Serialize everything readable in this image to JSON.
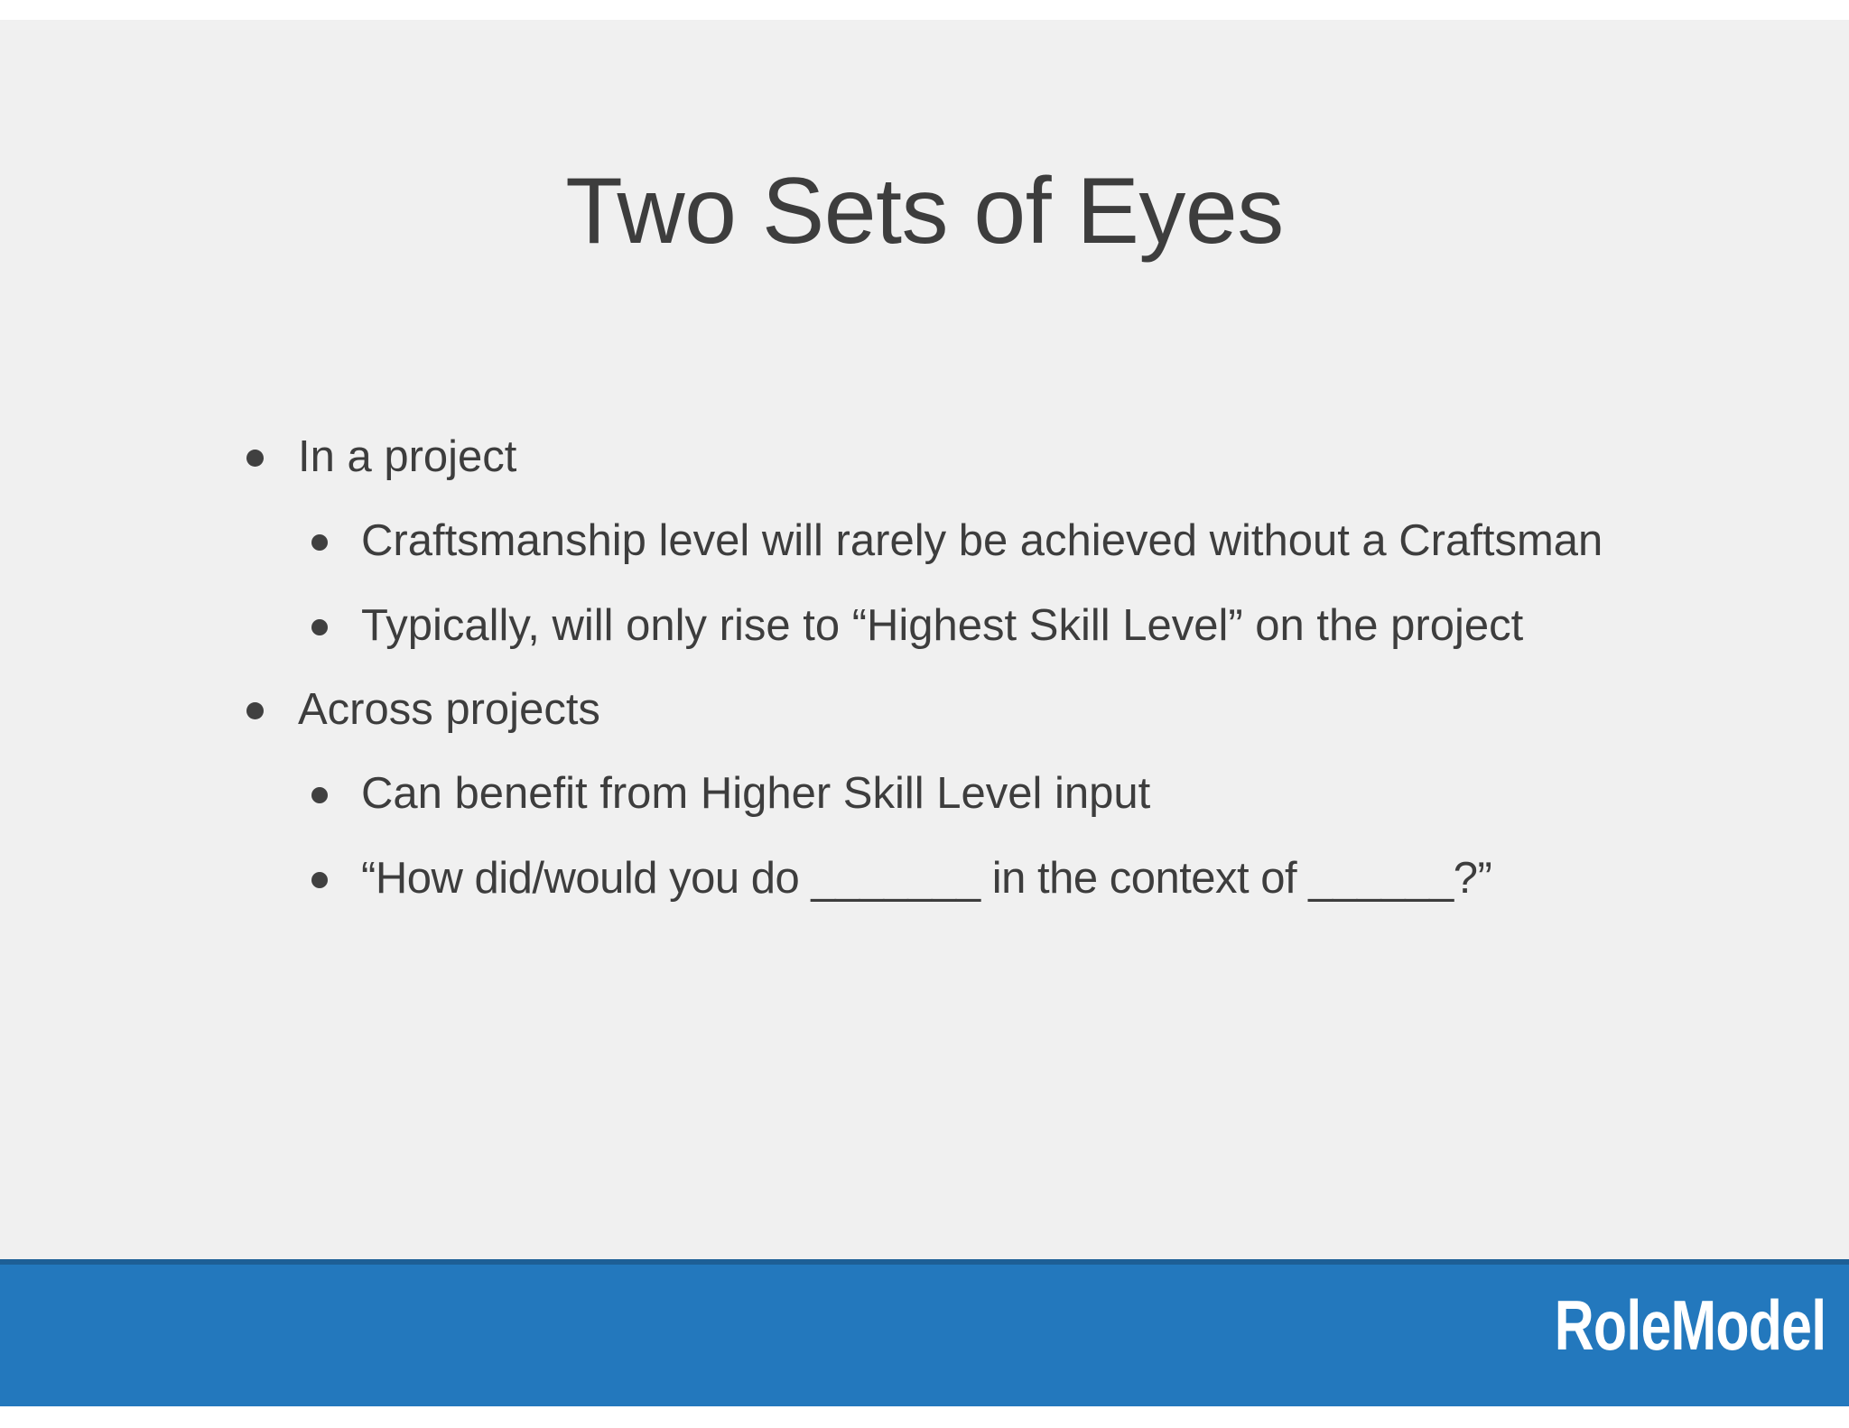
{
  "slide": {
    "title": "Two Sets of Eyes",
    "background_color": "#f0f0f0",
    "text_color": "#3d3d3d",
    "bullets": [
      {
        "level": 1,
        "text": "In a project"
      },
      {
        "level": 2,
        "text": "Craftsmanship level will rarely be achieved without a Craftsman"
      },
      {
        "level": 2,
        "text": "Typically, will only rise to “Highest Skill Level” on the project"
      },
      {
        "level": 1,
        "text": "Across projects"
      },
      {
        "level": 2,
        "text": "Can benefit from Higher Skill Level input"
      },
      {
        "level": 2,
        "text": "“How did/would you do _______ in the context of ______?”"
      }
    ]
  },
  "footer": {
    "logo_text": "RoleModel",
    "bar_color": "#2378bd",
    "bar_top_border_color": "#1d5f96",
    "logo_color": "#ffffff"
  }
}
